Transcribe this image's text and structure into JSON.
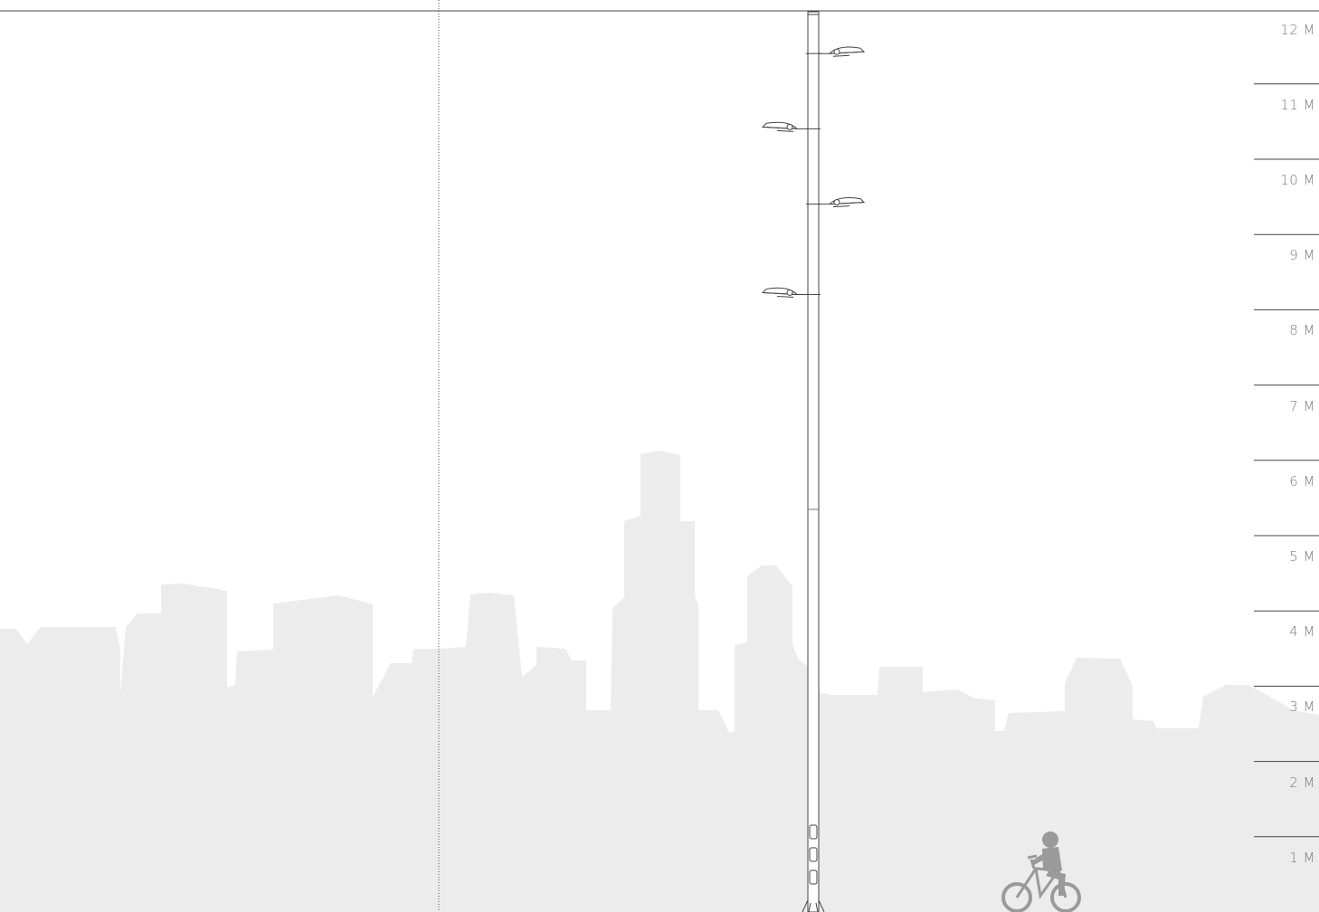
{
  "scale": {
    "unit": "M",
    "marks": [
      {
        "value": 12,
        "label": "12 M"
      },
      {
        "value": 11,
        "label": "11 M"
      },
      {
        "value": 10,
        "label": "10 M"
      },
      {
        "value": 9,
        "label": "9 M"
      },
      {
        "value": 8,
        "label": "8 M"
      },
      {
        "value": 7,
        "label": "7 M"
      },
      {
        "value": 6,
        "label": "6 M"
      },
      {
        "value": 5,
        "label": "5 M"
      },
      {
        "value": 4,
        "label": "4 M"
      },
      {
        "value": 3,
        "label": "3 M"
      },
      {
        "value": 2,
        "label": "2 M"
      },
      {
        "value": 1,
        "label": "1 M"
      }
    ]
  },
  "pole": {
    "luminaires": [
      {
        "side": "right",
        "height_m": 11.5
      },
      {
        "side": "left",
        "height_m": 10.5
      },
      {
        "side": "right",
        "height_m": 9.5
      },
      {
        "side": "left",
        "height_m": 8.3
      }
    ],
    "access_doors": 3
  },
  "colors": {
    "skyline": "#ececec",
    "lines": "#444444",
    "figure": "#9a9a9a",
    "scale_text": "#7a7a7a"
  }
}
